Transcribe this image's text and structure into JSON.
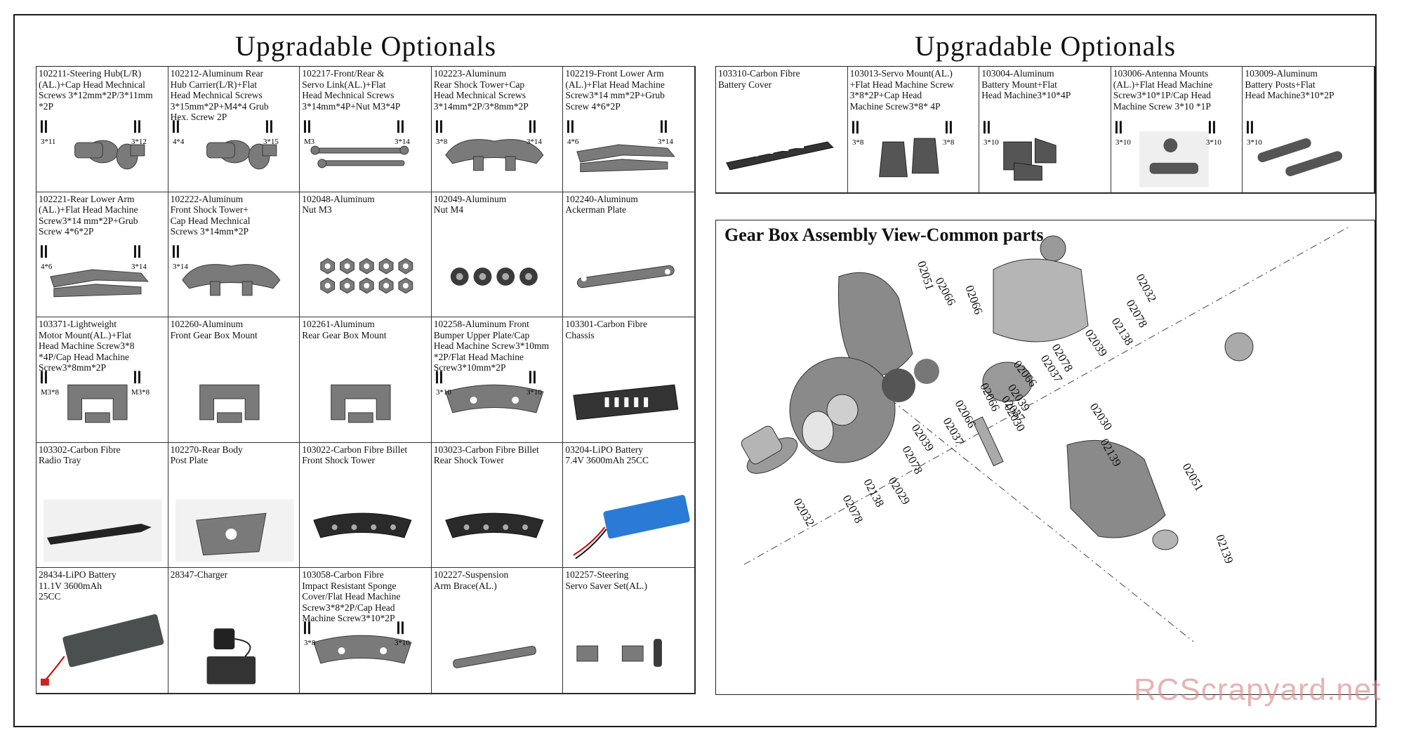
{
  "left_title": "Upgradable Optionals",
  "right_title": "Upgradable Optionals",
  "left_items": [
    {
      "label": "102211-Steering Hub(L/R)\n(AL.)+Cap Head Mechnical\nScrews 3*12mm*2P/3*11mm\n*2P",
      "shape": "hub",
      "callouts": [
        "3*11",
        "3*12"
      ]
    },
    {
      "label": "102212-Aluminum Rear\nHub Carrier(L/R)+Flat\nHead Mechnical Screws\n3*15mm*2P+M4*4 Grub\nHex. Screw  2P",
      "shape": "hub",
      "callouts": [
        "4*4",
        "3*15"
      ]
    },
    {
      "label": "102217-Front/Rear &\nServo Link(AL.)+Flat\nHead Mechnical Screws\n3*14mm*4P+Nut M3*4P",
      "shape": "links",
      "callouts": [
        "M3",
        "3*14"
      ]
    },
    {
      "label": "102223-Aluminum\nRear Shock Tower+Cap\nHead Mechnical Screws\n3*14mm*2P/3*8mm*2P",
      "shape": "tower",
      "callouts": [
        "3*8",
        "3*14"
      ]
    },
    {
      "label": "102219-Front Lower Arm\n(AL.)+Flat Head Machine\nScrew3*14 mm*2P+Grub\nScrew 4*6*2P",
      "shape": "arm",
      "callouts": [
        "4*6",
        "3*14"
      ]
    },
    {
      "label": "102221-Rear Lower Arm\n(AL.)+Flat Head Machine\nScrew3*14 mm*2P+Grub\nScrew 4*6*2P",
      "shape": "arm",
      "callouts": [
        "4*6",
        "3*14"
      ]
    },
    {
      "label": "102222-Aluminum\nFront Shock Tower+\nCap Head Mechnical\nScrews 3*14mm*2P",
      "shape": "tower",
      "callouts": [
        "3*14"
      ]
    },
    {
      "label": "102048-Aluminum\nNut M3",
      "shape": "nuts",
      "callouts": []
    },
    {
      "label": "102049-Aluminum\nNut M4",
      "shape": "nuts4",
      "callouts": []
    },
    {
      "label": "102240-Aluminum\nAckerman Plate",
      "shape": "plate",
      "callouts": []
    },
    {
      "label": "103371-Lightweight\nMotor Mount(AL.)+Flat\nHead Machine Screw3*8\n*4P/Cap Head Machine\nScrew3*8mm*2P",
      "shape": "mount",
      "callouts": [
        "M3*8",
        "M3*8"
      ]
    },
    {
      "label": "102260-Aluminum\nFront Gear Box Mount",
      "shape": "mount",
      "callouts": []
    },
    {
      "label": "102261-Aluminum\nRear Gear Box Mount",
      "shape": "mount",
      "callouts": []
    },
    {
      "label": "102258-Aluminum Front\nBumper Upper Plate/Cap\nHead Machine Screw3*10mm\n*2P/Flat Head Machine\nScrew3*10mm*2P",
      "shape": "bumper",
      "callouts": [
        "3*10",
        "3*10"
      ]
    },
    {
      "label": "103301-Carbon Fibre\nChassis",
      "shape": "chassis",
      "callouts": []
    },
    {
      "label": "103302-Carbon Fibre\nRadio Tray",
      "shape": "tray",
      "callouts": []
    },
    {
      "label": "102270-Rear Body\nPost Plate",
      "shape": "post",
      "callouts": []
    },
    {
      "label": "103022-Carbon Fibre Billet\nFront Shock Tower",
      "shape": "cftower",
      "callouts": []
    },
    {
      "label": "103023-Carbon Fibre Billet\nRear Shock Tower",
      "shape": "cftower",
      "callouts": []
    },
    {
      "label": "03204-LiPO Battery\n7.4V  3600mAh 25CC",
      "shape": "batblue",
      "callouts": []
    },
    {
      "label": "28434-LiPO Battery\n11.1V  3600mAh\n25CC",
      "shape": "batgrey",
      "callouts": []
    },
    {
      "label": "28347-Charger",
      "shape": "charger",
      "callouts": []
    },
    {
      "label": "103058-Carbon Fibre\nImpact Resistant Sponge\nCover/Flat Head Machine\nScrew3*8*2P/Cap Head\nMachine Screw3*10*2P",
      "shape": "bumper",
      "callouts": [
        "3*8",
        "3*10"
      ]
    },
    {
      "label": "102227-Suspension\nArm Brace(AL.)",
      "shape": "brace",
      "callouts": []
    },
    {
      "label": "102257-Steering\nServo Saver Set(AL.)",
      "shape": "saver",
      "callouts": []
    }
  ],
  "right_items": [
    {
      "label": "103310-Carbon Fibre\nBattery Cover",
      "shape": "cover",
      "callouts": []
    },
    {
      "label": "103013-Servo Mount(AL.)\n+Flat Head Machine Screw\n3*8*2P+Cap Head\nMachine Screw3*8* 4P",
      "shape": "servomount",
      "callouts": [
        "3*8",
        "3*8"
      ]
    },
    {
      "label": "103004-Aluminum\nBattery Mount+Flat\nHead Machine3*10*4P",
      "shape": "batmount",
      "callouts": [
        "3*10"
      ]
    },
    {
      "label": "103006-Antenna Mounts\n(AL.)+Flat Head Machine\nScrew3*10*1P/Cap Head\nMachine Screw 3*10 *1P",
      "shape": "antenna",
      "callouts": [
        "3*10",
        "3*10"
      ]
    },
    {
      "label": "103009-Aluminum\nBattery Posts+Flat\nHead Machine3*10*2P",
      "shape": "posts",
      "callouts": [
        "3*10"
      ]
    }
  ],
  "gearbox": {
    "title": "Gear Box Assembly View-Common parts",
    "part_numbers": [
      "02051",
      "02066",
      "02066",
      "02032",
      "02078",
      "02138",
      "02039",
      "02078",
      "02037",
      "02066",
      "02039",
      "02037",
      "02030",
      "02030",
      "02066",
      "02066",
      "02037",
      "02039",
      "02078",
      "02029",
      "02138",
      "02078",
      "02032",
      "02139",
      "02051",
      "02139"
    ]
  },
  "watermark": "RCScrapyard.net",
  "colors": {
    "part_grey": "#7a7a7a",
    "part_dark": "#3a3a3a",
    "battery_blue": "#2a7bd6",
    "watermark": "#d98b8b"
  }
}
